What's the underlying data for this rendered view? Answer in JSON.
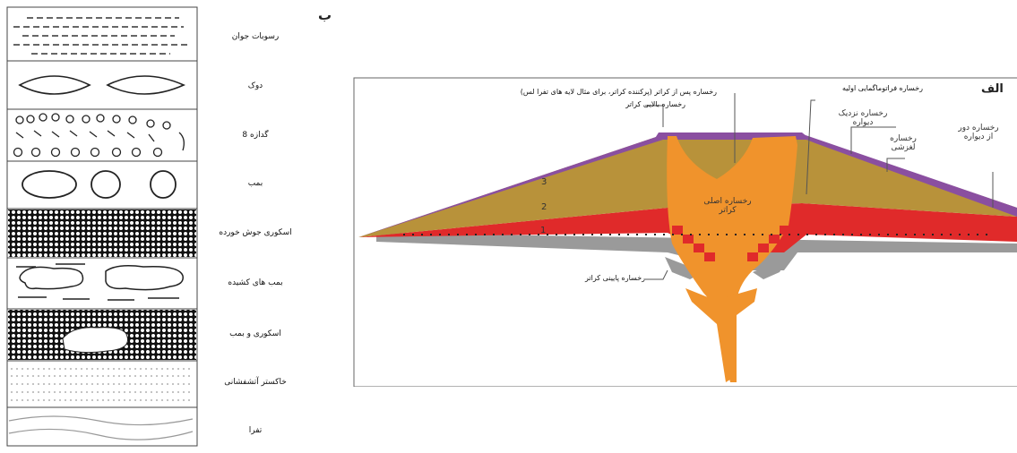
{
  "section_b": {
    "tag": "ب",
    "legend": [
      "رسوبات جوان",
      "دوک",
      "گدازه 8",
      "بمب",
      "اسکوری جوش خورده",
      "بمب های کشیده",
      "اسکوری و بمب",
      "خاکستر آتشفشانی",
      "تفرا"
    ]
  },
  "section_a": {
    "tag": "الف",
    "callouts": {
      "post_crater": "رخساره پس از کراتر (پرکننده کراتر، برای مثال لایه های تفرا لس)",
      "upper_crater": "رخساره بالایی کراتر",
      "lower_crater": "رخساره پایینی کراتر",
      "early_magmatic": "رخساره فراتوماگمایی اولیه"
    },
    "inner_labels": {
      "main_crater": "رخساره اصلی کراتر",
      "near_wall": "رخساره نزدیک دیواره",
      "slide": "رخساره لغزشی",
      "far_wall": "رخساره دور از دیواره"
    },
    "layer_numbers": [
      "1",
      "2",
      "3"
    ]
  },
  "colors": {
    "purple": "#8a4fa0",
    "tan": "#b8923a",
    "orange": "#f0932c",
    "red": "#e02a2a",
    "gray": "#9a9a9a"
  }
}
